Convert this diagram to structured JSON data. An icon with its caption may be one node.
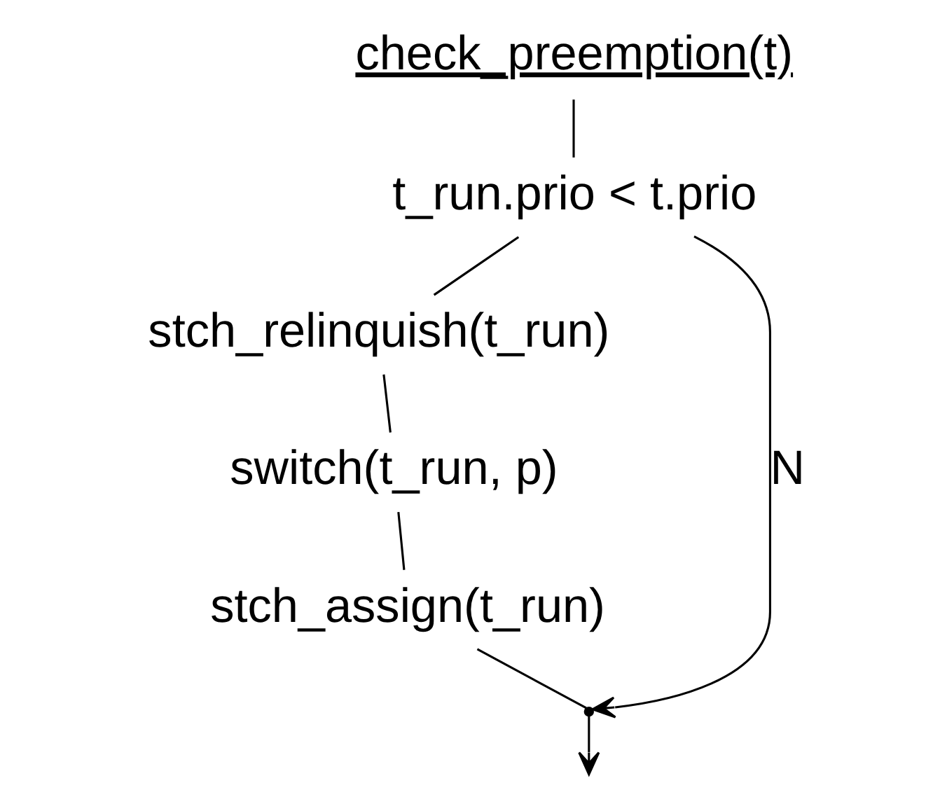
{
  "diagram": {
    "nodes": [
      {
        "text": [
          "check_preemption(t)"
        ]
      },
      {
        "text": [
          "t_run.prio < t.prio"
        ]
      },
      {
        "text": [
          "stch_relinquish(t_run)"
        ]
      },
      {
        "text": [
          "switch(t_run, p)"
        ]
      },
      {
        "text": [
          "stch_assign(t_run)"
        ]
      },
      {
        "text": [],
        "shape": "point"
      }
    ],
    "edges": [
      {
        "from": 0,
        "to": 1,
        "arrow": "none"
      },
      {
        "from": 1,
        "to": 2,
        "arrow": "none"
      },
      {
        "from": 2,
        "to": 3,
        "arrow": "none"
      },
      {
        "from": 3,
        "to": 4,
        "arrow": "none"
      },
      {
        "from": 4,
        "to": 5,
        "arrow": "none"
      },
      {
        "from": 1,
        "to": 5,
        "label": "N",
        "arrow": "to"
      },
      {
        "from": 5,
        "to": null,
        "arrow": "to"
      }
    ]
  }
}
